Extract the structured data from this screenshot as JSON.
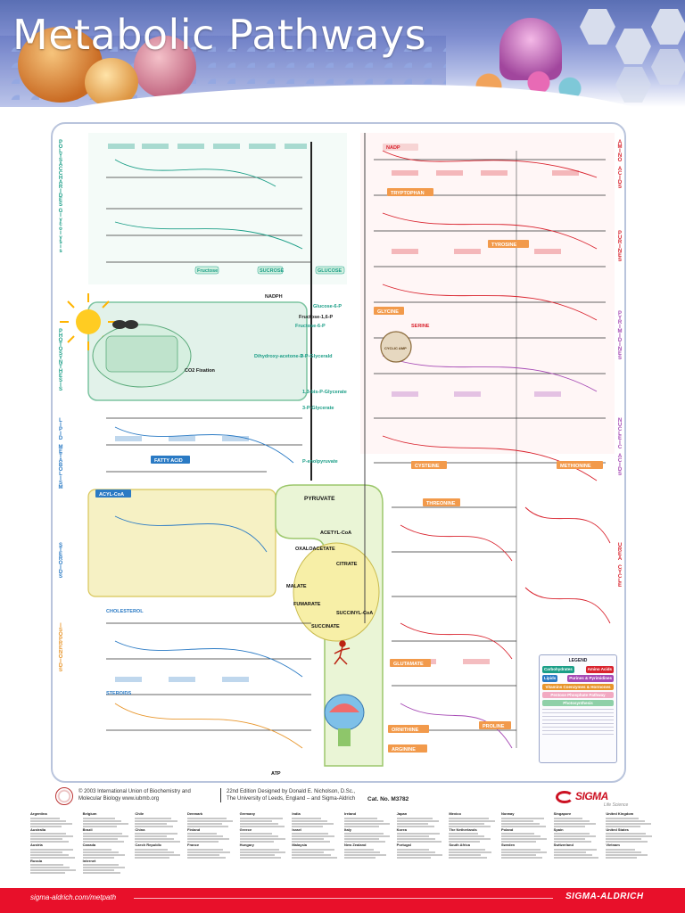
{
  "header": {
    "title": "Metabolic Pathways"
  },
  "colors": {
    "carbohydrates": "#1b9e87",
    "amino_acids": "#d9232e",
    "lipids": "#2a7ac4",
    "nucleotides": "#a64ab5",
    "cofactors": "#e8962c",
    "tca": "#f3e678",
    "frame": "#b9c4dc",
    "sigma_red": "#e8102a"
  },
  "diagram": {
    "nodes": {
      "nadp": "NADP",
      "tryptophan": "TRYPTOPHAN",
      "fructose": "Fructose",
      "sucrose": "SUCROSE",
      "glucose": "GLUCOSE",
      "glucose_6p": "Glucose-6-P",
      "fructose_6p": "Fructose-6-P",
      "fructose_bp": "Fructose-1,6-P",
      "glyceraldehyde_3p": "3-P-Glycerald",
      "dihydroxyacetone_p": "Dihydroxy-acetone-P",
      "bpg": "1,3-bis-P-Glycerate",
      "pg3": "3-P-Glycerate",
      "pep": "P-enolpyruvate",
      "pyruvate": "PYRUVATE",
      "acetyl_coa": "ACETYL-CoA",
      "citrate": "CITRATE",
      "oxaloacetate": "OXALOACETATE",
      "malate": "MALATE",
      "fumarate": "FUMARATE",
      "succinate": "SUCCINATE",
      "succinyl_coa": "SUCCINYL-CoA",
      "glutamate": "GLUTAMATE",
      "ornithine": "ORNITHINE",
      "arginine": "ARGININE",
      "proline": "PROLINE",
      "glycine": "GLYCINE",
      "serine": "SERINE",
      "cysteine": "CYSTEINE",
      "methionine": "METHIONINE",
      "tyrosine": "TYROSINE",
      "threonine": "THREONINE",
      "fatty_acid": "FATTY ACID",
      "acyl_coa": "ACYL-CoA",
      "cholesterol": "CHOLESTEROL",
      "steroids": "STEROIDS",
      "cyclic_amp": "CYCLIC AMP",
      "atp": "ATP",
      "nadph": "NADPH",
      "co2_fixation": "CO2 Fixation"
    },
    "side_labels": [
      "POLYSACCHARIDES",
      "Glycolysis",
      "PHOTOSYNTHESIS",
      "LIPID METABOLISM",
      "STEROIDS",
      "ISOPRENOIDS",
      "AMINO ACIDS",
      "PURINES",
      "PYRIMIDINES",
      "NUCLEIC ACIDS",
      "UREA CYCLE"
    ]
  },
  "legend": {
    "title": "LEGEND",
    "chips": [
      "Carbohydrates",
      "Amino Acids",
      "Lipids",
      "Purines & Pyrimidines"
    ],
    "bars": [
      "Vitamins Coenzymes & Hormones",
      "Pentose Phosphate Pathway",
      "Photosynthesis"
    ]
  },
  "footer": {
    "copyright_line1": "© 2003 International Union of Biochemistry and",
    "copyright_line2": "Molecular Biology   www.iubmb.org",
    "edition_line1": "22nd Edition Designed by Donald E. Nicholson, D.Sc.,",
    "edition_line2": "The University of Leeds, England – and Sigma-Aldrich",
    "cat_no": "Cat. No. M3782",
    "sigma_word": "SIGMA",
    "sigma_tag": "Life Science",
    "url": "sigma-aldrich.com/metpath",
    "brand": "SIGMA-ALDRICH",
    "offices": [
      {
        "country": "Argentina"
      },
      {
        "country": "Belgium"
      },
      {
        "country": "Chile"
      },
      {
        "country": "Denmark"
      },
      {
        "country": "Germany"
      },
      {
        "country": "India"
      },
      {
        "country": "Ireland"
      },
      {
        "country": "Japan"
      },
      {
        "country": "Mexico"
      },
      {
        "country": "Norway"
      },
      {
        "country": "Singapore"
      },
      {
        "country": "United Kingdom"
      },
      {
        "country": "Australia"
      },
      {
        "country": "Brazil"
      },
      {
        "country": "China"
      },
      {
        "country": "Finland"
      },
      {
        "country": "Greece"
      },
      {
        "country": "Israel"
      },
      {
        "country": "Italy"
      },
      {
        "country": "Korea"
      },
      {
        "country": "The Netherlands"
      },
      {
        "country": "Poland"
      },
      {
        "country": "Spain"
      },
      {
        "country": "United States"
      },
      {
        "country": "Austria"
      },
      {
        "country": "Canada"
      },
      {
        "country": "Czech Republic"
      },
      {
        "country": "France"
      },
      {
        "country": "Hungary"
      },
      {
        "country": "Malaysia"
      },
      {
        "country": "New Zealand"
      },
      {
        "country": "Portugal"
      },
      {
        "country": "South Africa"
      },
      {
        "country": "Sweden"
      },
      {
        "country": "Switzerland"
      },
      {
        "country": "Vietnam"
      },
      {
        "country": "Russia"
      },
      {
        "country": "Internet"
      }
    ]
  }
}
